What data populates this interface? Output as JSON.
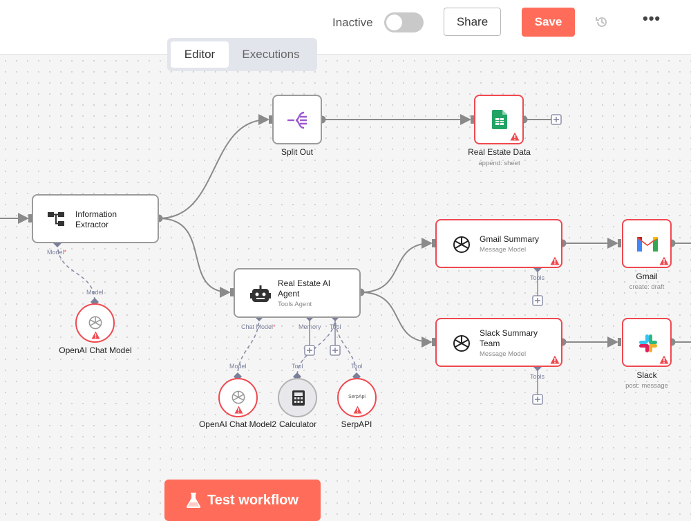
{
  "header": {
    "toggle_label": "Inactive",
    "share_label": "Share",
    "save_label": "Save",
    "more_label": "•••"
  },
  "tabs": [
    {
      "label": "Editor",
      "active": true
    },
    {
      "label": "Executions",
      "active": false
    }
  ],
  "nodes": {
    "info_extractor": {
      "title_line1": "Information",
      "title_line2": "Extractor"
    },
    "split_out": {
      "title": "Split Out"
    },
    "sheets": {
      "title": "Real Estate Data",
      "subtitle": "append: sheet"
    },
    "agent": {
      "title_line1": "Real Estate AI",
      "title_line2": "Agent",
      "subtitle": "Tools Agent"
    },
    "gmail_summary": {
      "title": "Gmail Summary",
      "subtitle": "Message Model"
    },
    "slack_summary": {
      "title_line1": "Slack Summary",
      "title_line2": "Team",
      "subtitle": "Message Model"
    },
    "gmail": {
      "title": "Gmail",
      "subtitle": "create: draft"
    },
    "slack": {
      "title": "Slack",
      "subtitle": "post: message"
    },
    "openai_chat_model": {
      "title": "OpenAI Chat Model"
    },
    "openai_chat_model2": {
      "title": "OpenAI Chat Model2"
    },
    "calculator": {
      "title": "Calculator"
    },
    "serpapi": {
      "title": "SerpAPI",
      "icon_text": "SerpApi"
    }
  },
  "port_labels": {
    "model": "Model",
    "chat_model": "Chat Model",
    "memory": "Memory",
    "tool": "Tool",
    "tools": "Tools",
    "required_mark": "*"
  },
  "footer": {
    "test_workflow_label": "Test workflow"
  },
  "colors": {
    "accent": "#ff6d5a",
    "error": "#f0484f",
    "port": "#7a7f9a",
    "connector": "#8a8a8a",
    "sheets_green": "#21a464"
  }
}
